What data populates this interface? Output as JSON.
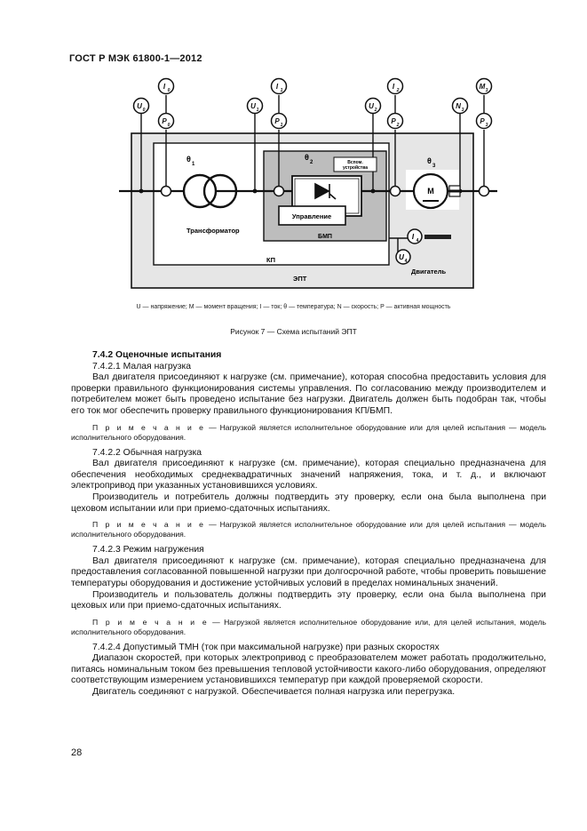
{
  "header": {
    "doc_id": "ГОСТ Р МЭК 61800-1—2012"
  },
  "diagram": {
    "meters_top": [
      {
        "u": "U",
        "i": "I",
        "p": "P",
        "idx": "0"
      },
      {
        "u": "U",
        "i": "I",
        "p": "P",
        "idx": "1"
      },
      {
        "u": "U",
        "i": "I",
        "p": "P",
        "idx": "2"
      },
      {
        "u": "N",
        "i": "M",
        "p": "P",
        "idx": "3"
      }
    ],
    "theta1": "θ",
    "theta1_idx": "1",
    "theta2": "θ",
    "theta2_idx": "2",
    "theta3": "θ",
    "theta3_idx": "3",
    "transformer_label": "Трансформатор",
    "aux_label_1": "Вспом.",
    "aux_label_2": "устройства",
    "control_label": "Управление",
    "bmp_label": "БМП",
    "kp_label": "КП",
    "ept_label": "ЭПТ",
    "motor_label": "Двигатель",
    "motor_symbol": "М",
    "i4": "I",
    "i4_idx": "4",
    "u4": "U",
    "u4_idx": "4"
  },
  "legend": "U — напряжение; M — момент вращения; I — ток; θ — температура; N — скорость; P — активная мощность",
  "figure_caption": "Рисунок 7 — Схема испытаний ЭПТ",
  "sections": {
    "s742_title": "7.4.2 Оценочные испытания",
    "s7421_title": "7.4.2.1 Малая нагрузка",
    "s7421_p1": "Вал двигателя присоединяют к нагрузке (см. примечание), которая способна предоставить условия для проверки правильного функционирования системы управления. По согласованию между производителем и потребителем может быть проведено испытание без нагрузки. Двигатель должен быть подобран так, чтобы его ток мог обеспечить проверку правильного функционирования КП/БМП.",
    "note_label": "П р и м е ч а н и е",
    "note1": " — Нагрузкой является исполнительное оборудование или для целей испытания — модель исполнительного оборудования.",
    "s7422_title": "7.4.2.2 Обычная нагрузка",
    "s7422_p1": "Вал двигателя присоединяют к нагрузке (см. примечание), которая специально предназначена для обеспечения необходимых среднеквадратичных значений напряжения, тока, и т. д., и включают электропривод при указанных установившихся условиях.",
    "s7422_p2": "Производитель и потребитель должны подтвердить эту проверку, если она была выполнена при цеховом испытании или при приемо-сдаточных испытаниях.",
    "note2": " — Нагрузкой является исполнительное оборудование или для целей испытания — модель исполнительного оборудования.",
    "s7423_title": "7.4.2.3 Режим нагружения",
    "s7423_p1": "Вал двигателя присоединяют к нагрузке (см. примечание), которая специально предназначена для предоставления согласованной повышенной нагрузки при долгосрочной работе, чтобы проверить повышение температуры оборудования и достижение устойчивых условий в пределах номинальных значений.",
    "s7423_p2": "Производитель и пользователь должны подтвердить эту проверку, если она была выполнена при цеховых или при приемо-сдаточных испытаниях.",
    "note3": " — Нагрузкой является исполнительное оборудование или, для целей испытания, модель исполнительного оборудования.",
    "s7424_title": "7.4.2.4 Допустимый ТМН (ток при максимальной нагрузке) при разных скоростях",
    "s7424_p1": "Диапазон скоростей, при которых электропривод с преобразователем может работать продолжительно, питаясь номинальным током без превышения тепловой устойчивости какого-либо оборудования, определяют соответствующим измерением установившихся температур при каждой проверяемой скорости.",
    "s7424_p2": "Двигатель соединяют с нагрузкой. Обеспечивается полная нагрузка или перегрузка."
  },
  "page_number": "28"
}
